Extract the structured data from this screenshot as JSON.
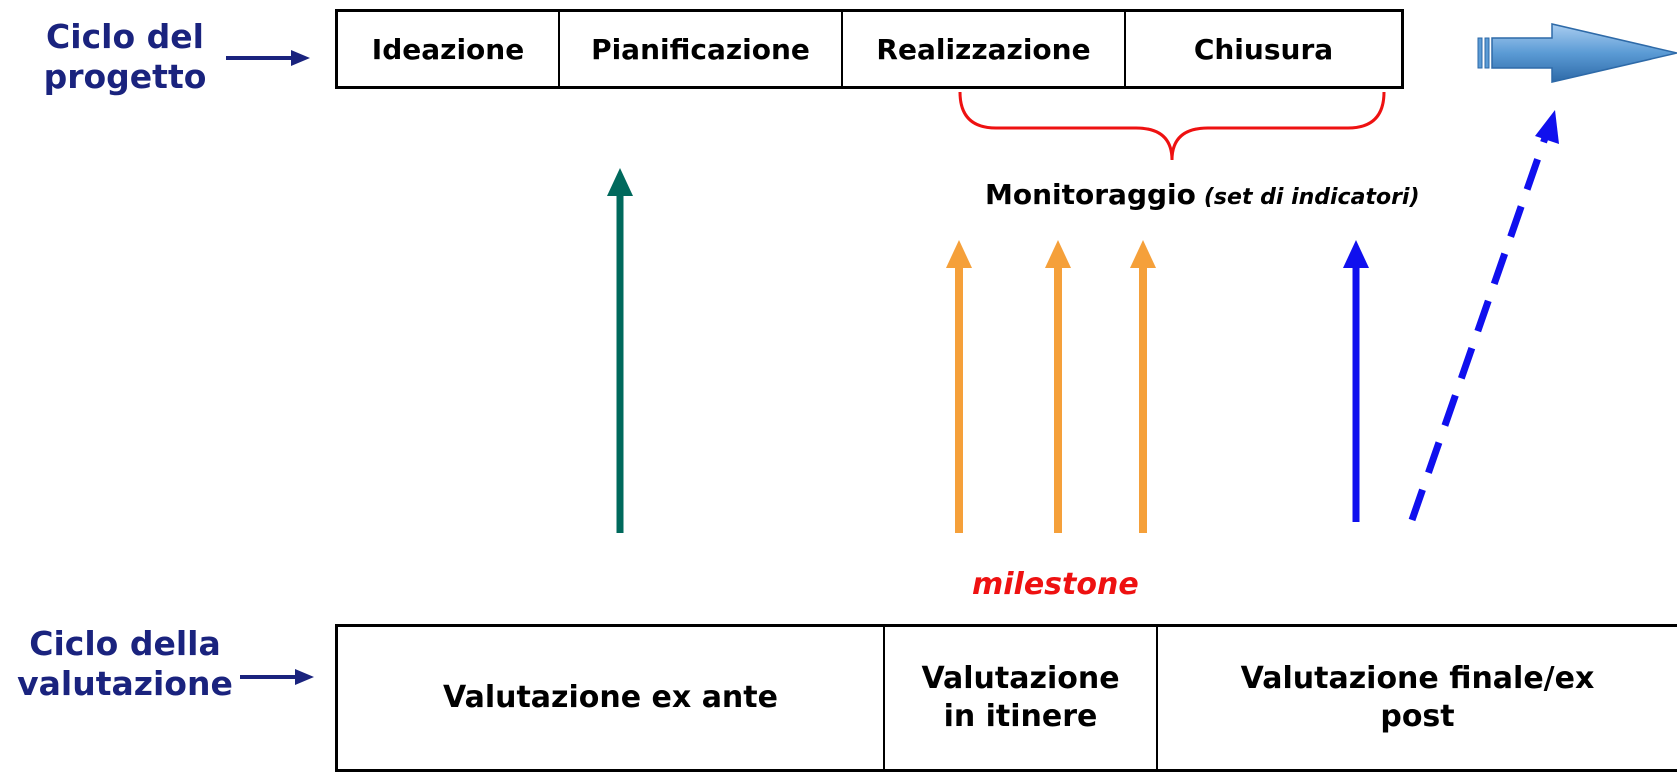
{
  "project_cycle": {
    "label_lines": [
      "Ciclo del",
      "progetto"
    ],
    "phases": [
      "Ideazione",
      "Pianificazione",
      "Realizzazione",
      "Chiusura"
    ]
  },
  "evaluation_cycle": {
    "label_lines": [
      "Ciclo della",
      "valutazione"
    ],
    "phases": [
      {
        "lines": [
          "Valutazione ex ante"
        ]
      },
      {
        "lines": [
          "Valutazione",
          "in itinere"
        ]
      },
      {
        "lines": [
          "Valutazione finale/ex",
          "post"
        ]
      }
    ]
  },
  "monitoring": {
    "label": "Monitoraggio",
    "sublabel": "(set di indicatori)"
  },
  "milestone": {
    "label": "milestone"
  },
  "colors": {
    "label_navy": "#1a237e",
    "arrow_teal": "#00695c",
    "arrow_orange": "#f5a03a",
    "arrow_blue": "#1010ee",
    "brace_red": "#ee1111",
    "block_arrow_fill": "#5b9bd5",
    "milestone_red": "#ee1111"
  }
}
